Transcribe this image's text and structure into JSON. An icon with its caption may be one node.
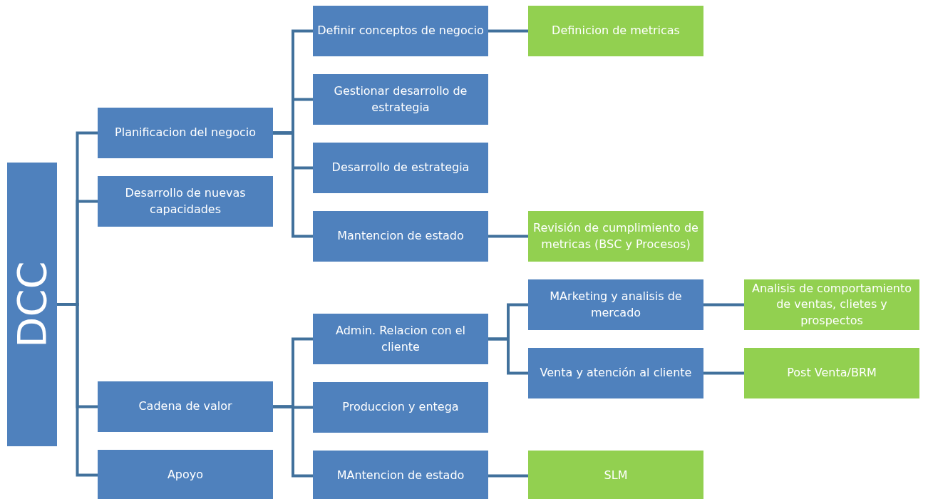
{
  "diagram": {
    "nodes": [
      {
        "text": [
          "DCC"
        ]
      },
      {
        "text": [
          "Planificacion del negocio"
        ]
      },
      {
        "text": [
          "Desarrollo de nuevas capacidades"
        ]
      },
      {
        "text": [
          "Cadena de valor"
        ]
      },
      {
        "text": [
          "Apoyo"
        ]
      },
      {
        "text": [
          "Definir conceptos de negocio"
        ]
      },
      {
        "text": [
          "Gestionar desarrollo de estrategia"
        ]
      },
      {
        "text": [
          "Desarrollo de estrategia"
        ]
      },
      {
        "text": [
          "Mantencion de estado"
        ]
      },
      {
        "text": [
          "Admin. Relacion con el cliente"
        ]
      },
      {
        "text": [
          "Produccion y entega"
        ]
      },
      {
        "text": [
          "MAntencion de estado"
        ]
      },
      {
        "text": [
          "Definicion de metricas"
        ]
      },
      {
        "text": [
          "Revisión de cumplimiento de metricas (BSC y Procesos)"
        ]
      },
      {
        "text": [
          "MArketing y analisis de mercado"
        ]
      },
      {
        "text": [
          "Venta y atención al cliente"
        ]
      },
      {
        "text": [
          "SLM"
        ]
      },
      {
        "text": [
          "Analisis de comportamiento de ventas, clietes y prospectos"
        ]
      },
      {
        "text": [
          "Post Venta/BRM"
        ]
      }
    ],
    "edges": [
      {
        "from": 0,
        "to": 1,
        "arrow": "none"
      },
      {
        "from": 0,
        "to": 2,
        "arrow": "none"
      },
      {
        "from": 0,
        "to": 3,
        "arrow": "none"
      },
      {
        "from": 0,
        "to": 4,
        "arrow": "none"
      },
      {
        "from": 1,
        "to": 5,
        "arrow": "none"
      },
      {
        "from": 1,
        "to": 6,
        "arrow": "none"
      },
      {
        "from": 1,
        "to": 7,
        "arrow": "none"
      },
      {
        "from": 1,
        "to": 8,
        "arrow": "none"
      },
      {
        "from": 3,
        "to": 9,
        "arrow": "none"
      },
      {
        "from": 3,
        "to": 10,
        "arrow": "none"
      },
      {
        "from": 3,
        "to": 11,
        "arrow": "none"
      },
      {
        "from": 5,
        "to": 12,
        "arrow": "none"
      },
      {
        "from": 8,
        "to": 13,
        "arrow": "none"
      },
      {
        "from": 9,
        "to": 14,
        "arrow": "none"
      },
      {
        "from": 9,
        "to": 15,
        "arrow": "none"
      },
      {
        "from": 11,
        "to": 16,
        "arrow": "none"
      },
      {
        "from": 14,
        "to": 17,
        "arrow": "none"
      },
      {
        "from": 15,
        "to": 18,
        "arrow": "none"
      }
    ]
  }
}
